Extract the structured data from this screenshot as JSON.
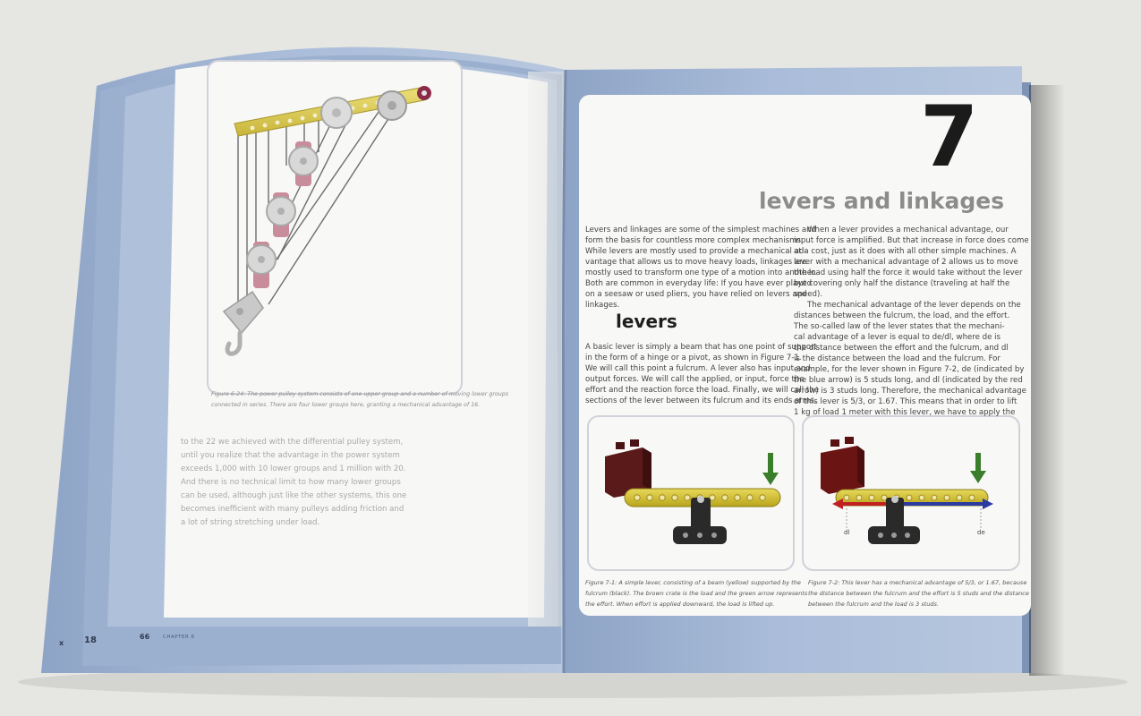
{
  "book": {
    "left_page": {
      "figure_caption": [
        "Figure 6-24: The power pulley system consists of one upper group and a number of moving lower groups",
        "connected in series. There are four lower groups here, granting a mechanical advantage of 16."
      ],
      "body_lines": [
        "to the 22 we achieved with the differential pulley system,",
        "until you realize that the advantage in the power system",
        "exceeds 1,000 with 10 lower groups and 1 million with 20.",
        "And there is no technical limit to how many lower groups",
        "can be used, although just like the other systems, this one",
        "becomes inefficient with many pulleys adding friction and",
        "a lot of string stretching under load."
      ],
      "page_number": "66",
      "running_head": "CHAPTER 6",
      "edge_marks": [
        "x",
        "18"
      ]
    },
    "right_page": {
      "chapter_number": "7",
      "chapter_title": "levers and linkages",
      "intro_lines": [
        "Levers and linkages are some of the simplest machines and",
        "form the basis for countless more complex mechanisms.",
        "While levers are mostly used to provide a mechanical ad-",
        "vantage that allows us to move heavy loads, linkages are",
        "mostly used to transform one type of a motion into another.",
        "Both are common in everyday life: If you have ever played",
        "on a seesaw or used pliers, you have relied on levers and",
        "linkages."
      ],
      "section_heading": "levers",
      "section_lines": [
        "A basic lever is simply a beam that has one point of support",
        "in the form of a hinge or a pivot, as shown in Figure 7-1.",
        "We will call this point a fulcrum. A lever also has input and",
        "output forces. We will call the applied, or input, force the",
        "effort and the reaction force the load. Finally, we will call the",
        "sections of the lever between its fulcrum and its ends arms."
      ],
      "right_column_lines": [
        "When a lever provides a mechanical advantage, our",
        "input force is amplified. But that increase in force does come",
        "at a cost, just as it does with all other simple machines. A",
        "lever with a mechanical advantage of 2 allows us to move",
        "the load using half the force it would take without the lever",
        "but covering only half the distance (traveling at half the",
        "speed).",
        "The mechanical advantage of the lever depends on the",
        "distances between the fulcrum, the load, and the effort.",
        "The so-called law of the lever states that the mechani-",
        "cal advantage of a lever is equal to de/dl, where de is",
        "the distance between the effort and the fulcrum, and dl",
        "is the distance between the load and the fulcrum. For",
        "example, for the lever shown in Figure 7-2, de (indicated by",
        "the blue arrow) is 5 studs long, and dl (indicated by the red",
        "arrow) is 3 studs long. Therefore, the mechanical advantage",
        "of this lever is 5/3, or 1.67. This means that in order to lift",
        "1 kg of load 1 meter with this lever, we have to apply the"
      ],
      "figure1_caption": [
        "Figure 7-1: A simple lever, consisting of a beam (yellow) supported by the",
        "fulcrum (black). The brown crate is the load and the green arrow represents",
        "the effort. When effort is applied downward, the load is lifted up."
      ],
      "figure2_caption": [
        "Figure 7-2: This lever has a mechanical advantage of 5/3, or 1.67, because",
        "the distance between the fulcrum and the effort is 5 studs and the distance",
        "between the fulcrum and the load is 3 studs."
      ],
      "figure2_labels": {
        "dl": "dl",
        "de": "de"
      }
    }
  },
  "colors": {
    "background": "#e6e6e3",
    "cover_blue": "#a7bbd8",
    "page_white": "#f8f8f6",
    "beam_yellow": "#d8c42a",
    "crate_brown": "#5a1a1a",
    "fulcrum_black": "#2a2a2a",
    "effort_green": "#3a7d2a",
    "arrow_red": "#c02020",
    "arrow_blue": "#2a3aa0"
  }
}
